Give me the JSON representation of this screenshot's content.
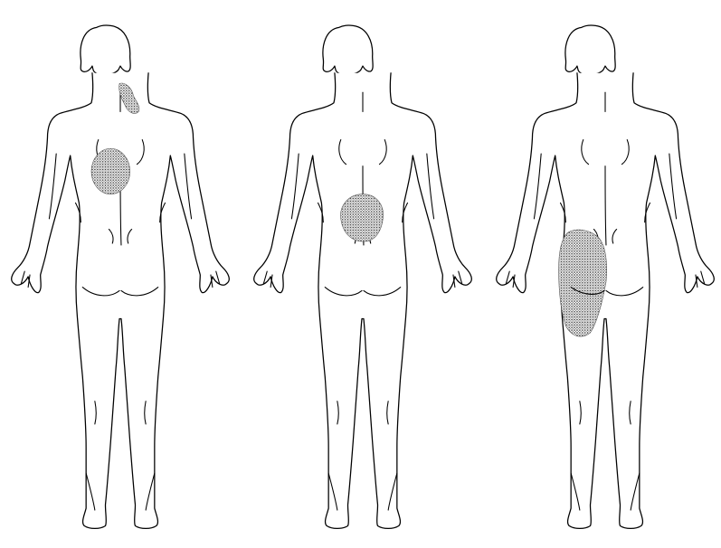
{
  "figures": [
    {
      "id": "figure-left",
      "pain_regions": [
        "neck-right",
        "upper-back-left"
      ]
    },
    {
      "id": "figure-middle",
      "pain_regions": [
        "lower-back-center"
      ]
    },
    {
      "id": "figure-right",
      "pain_regions": [
        "buttock-hip-left"
      ]
    }
  ],
  "colors": {
    "outline": "#000000",
    "background": "#ffffff",
    "shading_dot": "#3c3c3c"
  }
}
